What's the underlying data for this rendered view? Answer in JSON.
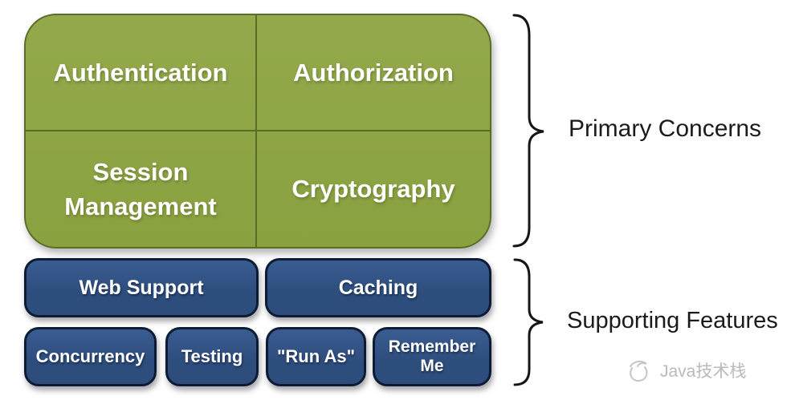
{
  "diagram": {
    "primary_concerns": {
      "label": "Primary Concerns",
      "cells": [
        "Authentication",
        "Authorization",
        "Session Management",
        "Cryptography"
      ]
    },
    "supporting_features": {
      "label": "Supporting Features",
      "row1": [
        "Web Support",
        "Caching"
      ],
      "row2": [
        "Concurrency",
        "Testing",
        "\"Run As\"",
        "Remember Me"
      ]
    }
  },
  "watermark": {
    "text": "Java技术栈"
  },
  "colors": {
    "green_fill": "#8aa140",
    "green_fill_light": "#93a94b",
    "green_border": "#5c6b27",
    "blue_fill": "#2d4d7d",
    "blue_fill_light": "#3a5c90",
    "blue_border": "#0d1b35",
    "text_on_box": "#ffffff",
    "label_text": "#1b1b1b",
    "brace": "#161616",
    "watermark": "#b3b3b3"
  }
}
